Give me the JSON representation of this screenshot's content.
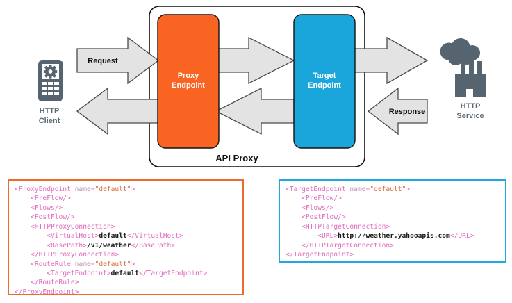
{
  "diagram": {
    "title_label": "API Proxy",
    "nodes": {
      "client": {
        "line1": "HTTP",
        "line2": "Client",
        "icon": "mobile-phone-gear-icon"
      },
      "service": {
        "line1": "HTTP",
        "line2": "Service",
        "icon": "factory-cloud-icon"
      },
      "proxy_endpoint": {
        "line1": "Proxy",
        "line2": "Endpoint",
        "color": "#FA6423"
      },
      "target_endpoint": {
        "line1": "Target",
        "line2": "Endpoint",
        "color": "#1AA6DB"
      }
    },
    "arrows": {
      "request": "Request",
      "response": "Response",
      "fill": "#E3E3E3",
      "stroke": "#4A4A4A"
    }
  },
  "code": {
    "proxy": {
      "border_color": "#EC6B2D",
      "lines": [
        [
          {
            "t": "tag",
            "v": "<ProxyEndpoint "
          },
          {
            "t": "attr",
            "v": "name"
          },
          {
            "t": "eq",
            "v": "="
          },
          {
            "t": "val",
            "v": "\"default\""
          },
          {
            "t": "tag",
            "v": ">"
          }
        ],
        [
          {
            "t": "sp",
            "v": "    "
          },
          {
            "t": "tag",
            "v": "<PreFlow/>"
          }
        ],
        [
          {
            "t": "sp",
            "v": "    "
          },
          {
            "t": "tag",
            "v": "<Flows/>"
          }
        ],
        [
          {
            "t": "sp",
            "v": "    "
          },
          {
            "t": "tag",
            "v": "<PostFlow/>"
          }
        ],
        [
          {
            "t": "sp",
            "v": "    "
          },
          {
            "t": "tag",
            "v": "<HTTPProxyConnection>"
          }
        ],
        [
          {
            "t": "sp",
            "v": "        "
          },
          {
            "t": "tag",
            "v": "<VirtualHost>"
          },
          {
            "t": "txt",
            "v": "default"
          },
          {
            "t": "tag",
            "v": "</VirtualHost>"
          }
        ],
        [
          {
            "t": "sp",
            "v": "        "
          },
          {
            "t": "tag",
            "v": "<BasePath>"
          },
          {
            "t": "txt",
            "v": "/v1/weather"
          },
          {
            "t": "tag",
            "v": "</BasePath>"
          }
        ],
        [
          {
            "t": "sp",
            "v": "    "
          },
          {
            "t": "tag",
            "v": "</HTTPProxyConnection>"
          }
        ],
        [
          {
            "t": "sp",
            "v": "    "
          },
          {
            "t": "tag",
            "v": "<RouteRule "
          },
          {
            "t": "attr",
            "v": "name"
          },
          {
            "t": "eq",
            "v": "="
          },
          {
            "t": "val",
            "v": "\"default\""
          },
          {
            "t": "tag",
            "v": ">"
          }
        ],
        [
          {
            "t": "sp",
            "v": "        "
          },
          {
            "t": "tag",
            "v": "<TargetEndpoint>"
          },
          {
            "t": "txt",
            "v": "default"
          },
          {
            "t": "tag",
            "v": "</TargetEndpoint>"
          }
        ],
        [
          {
            "t": "sp",
            "v": "    "
          },
          {
            "t": "tag",
            "v": "</RouteRule>"
          }
        ],
        [
          {
            "t": "tag",
            "v": "</ProxyEndpoint>"
          }
        ]
      ]
    },
    "target": {
      "border_color": "#20A8DE",
      "lines": [
        [
          {
            "t": "tag",
            "v": "<TargetEndpoint "
          },
          {
            "t": "attr",
            "v": "name"
          },
          {
            "t": "eq",
            "v": "="
          },
          {
            "t": "val",
            "v": "\"default\""
          },
          {
            "t": "tag",
            "v": ">"
          }
        ],
        [
          {
            "t": "sp",
            "v": "    "
          },
          {
            "t": "tag",
            "v": "<PreFlow/>"
          }
        ],
        [
          {
            "t": "sp",
            "v": "    "
          },
          {
            "t": "tag",
            "v": "<Flows/>"
          }
        ],
        [
          {
            "t": "sp",
            "v": "    "
          },
          {
            "t": "tag",
            "v": "<PostFlow/>"
          }
        ],
        [
          {
            "t": "sp",
            "v": "    "
          },
          {
            "t": "tag",
            "v": "<HTTPTargetConnection>"
          }
        ],
        [
          {
            "t": "sp",
            "v": "        "
          },
          {
            "t": "tag",
            "v": "<URL>"
          },
          {
            "t": "txt",
            "v": "http://weather.yahooapis.com"
          },
          {
            "t": "tag",
            "v": "</URL>"
          }
        ],
        [
          {
            "t": "sp",
            "v": "    "
          },
          {
            "t": "tag",
            "v": "</HTTPTargetConnection>"
          }
        ],
        [
          {
            "t": "tag",
            "v": "</TargetEndpoint>"
          }
        ]
      ]
    }
  }
}
